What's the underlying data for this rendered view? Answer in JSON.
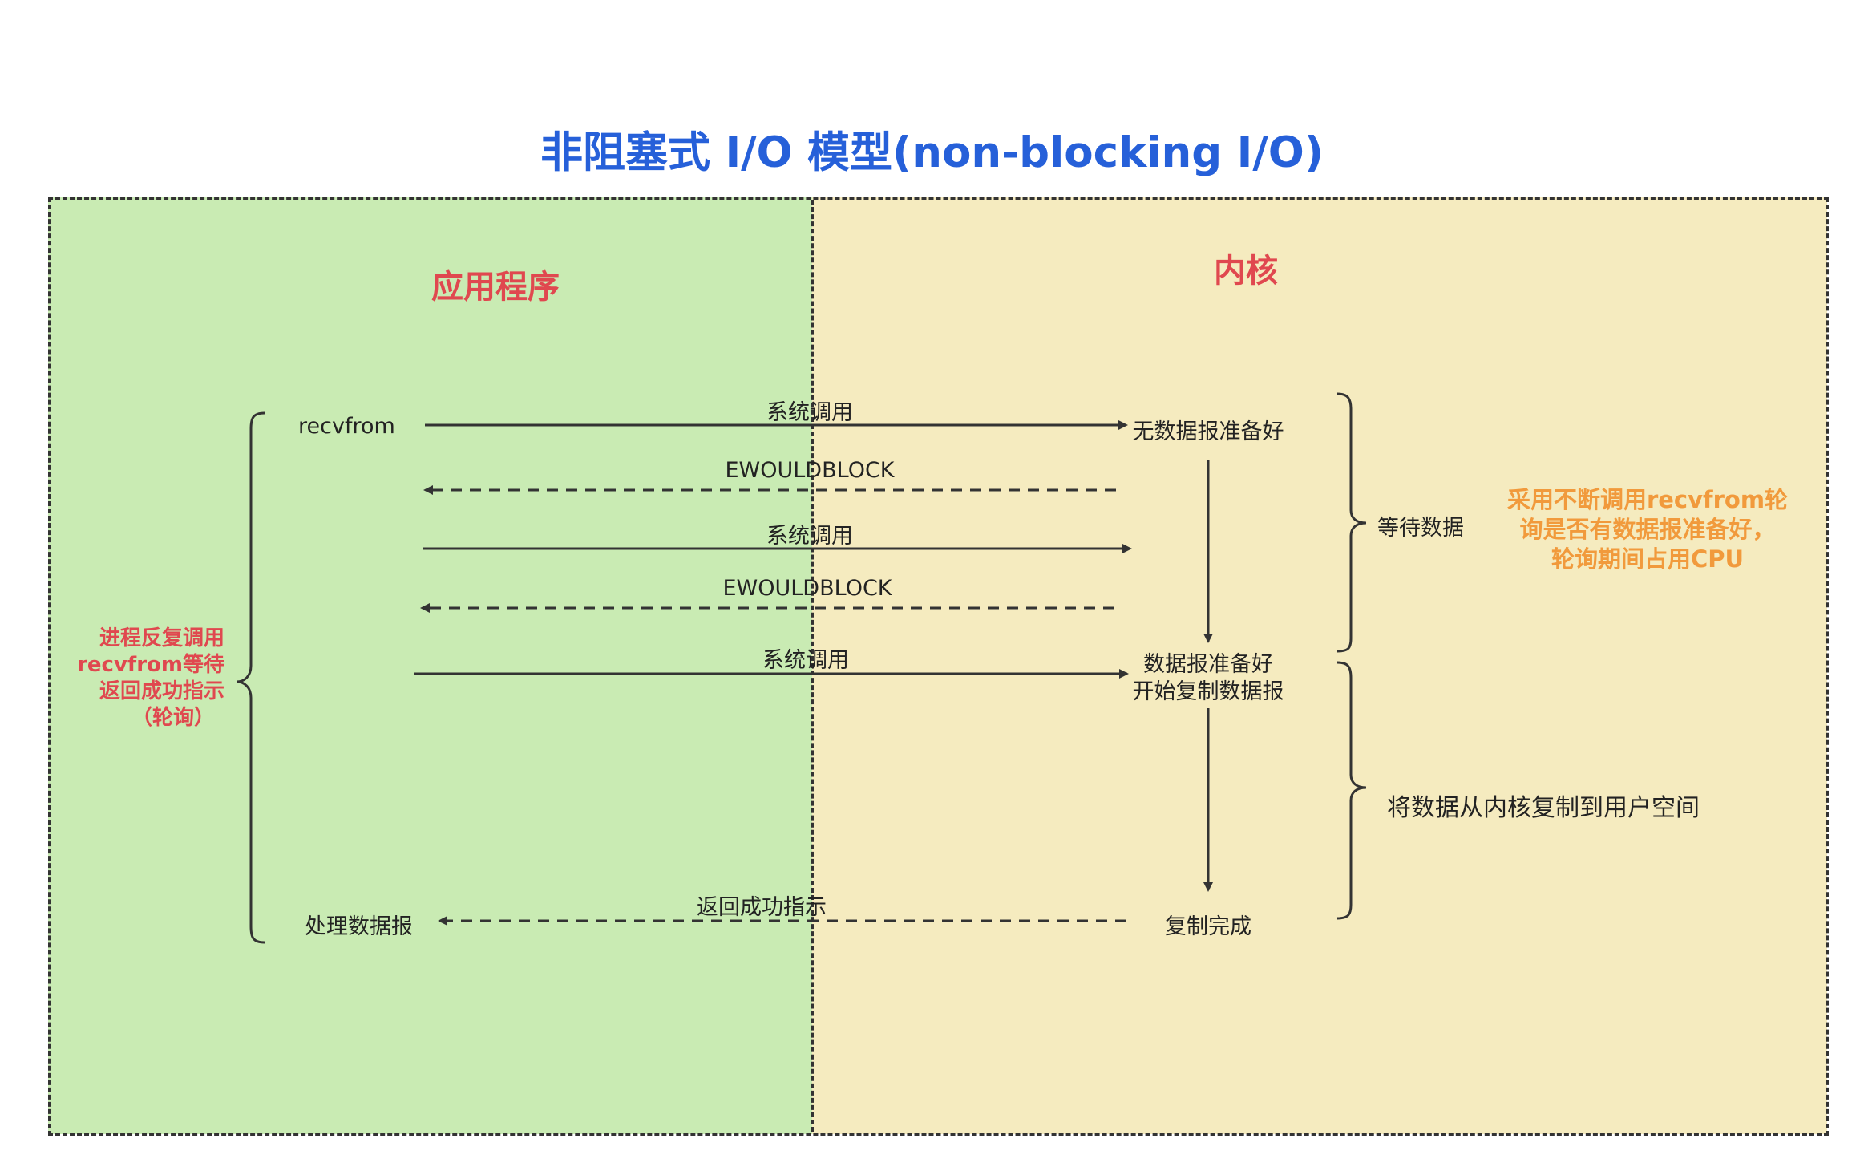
{
  "title": "非阻塞式 I/O 模型(non-blocking I/O)",
  "sections": {
    "app": "应用程序",
    "kernel": "内核"
  },
  "app_labels": {
    "recvfrom": "recvfrom",
    "process": "处理数据报"
  },
  "kernel_labels": {
    "not_ready": "无数据报准备好",
    "ready_line1": "数据报准备好",
    "ready_line2": "开始复制数据报",
    "done": "复制完成"
  },
  "arrows": [
    {
      "label": "系统调用",
      "style": "solid",
      "direction": "to-kernel"
    },
    {
      "label": "EWOULDBLOCK",
      "style": "dashed",
      "direction": "to-app"
    },
    {
      "label": "系统调用",
      "style": "solid",
      "direction": "to-kernel"
    },
    {
      "label": "EWOULDBLOCK",
      "style": "dashed",
      "direction": "to-app"
    },
    {
      "label": "系统调用",
      "style": "solid",
      "direction": "to-kernel"
    },
    {
      "label": "返回成功指示",
      "style": "dashed",
      "direction": "to-app"
    }
  ],
  "braces": {
    "left_note": [
      "进程反复调用",
      "recvfrom等待",
      "返回成功指示",
      "（轮询）"
    ],
    "wait_data": "等待数据",
    "copy_data": "将数据从内核复制到用户空间"
  },
  "orange_note": [
    "采用不断调用recvfrom轮",
    "询是否有数据报准备好，",
    "轮询期间占用CPU"
  ],
  "colors": {
    "title": "#2660d9",
    "section_title": "#e0484f",
    "left_note": "#e0484f",
    "orange_note": "#f19a3c",
    "app_panel": "#c9ebb3",
    "kernel_panel": "#f5ebbf",
    "line": "#333333"
  }
}
